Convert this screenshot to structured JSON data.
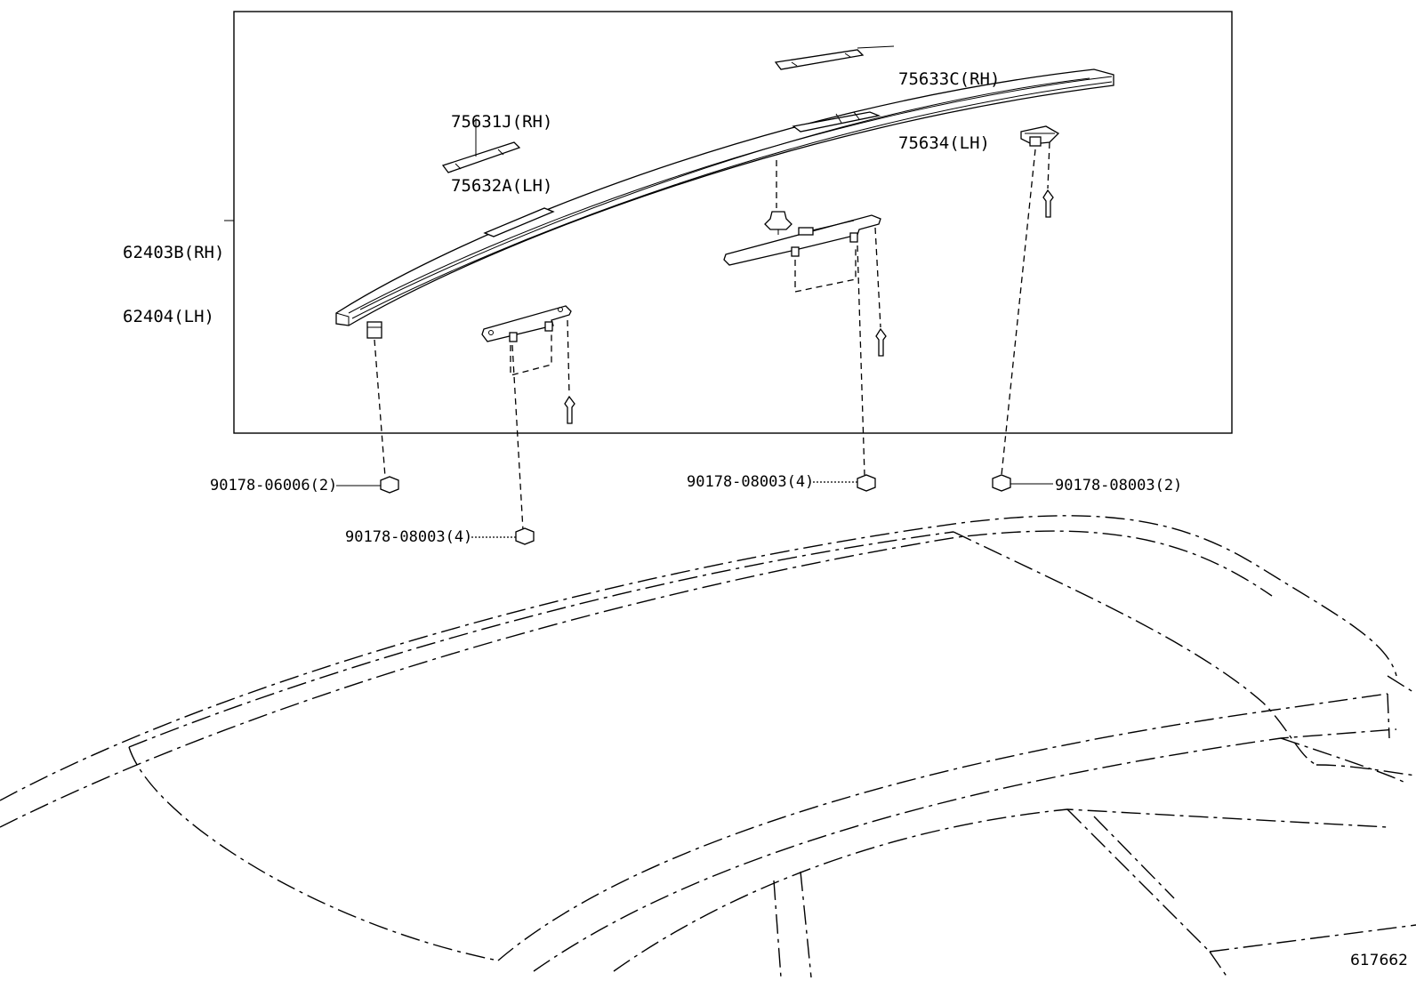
{
  "diagram": {
    "callouts": {
      "roof_rail": {
        "line1": "62403B(RH)",
        "line2": "62404(LH)"
      },
      "cover_front": {
        "line1": "75631J(RH)",
        "line2": "75632A(LH)"
      },
      "cover_rear": {
        "line1": "75633C(RH)",
        "line2": "75634(LH)"
      },
      "nut_front": "90178-06006(2)",
      "nut_bracket_front": "90178-08003(4)",
      "nut_bracket_center": "90178-08003(4)",
      "nut_rear": "90178-08003(2)"
    },
    "reference_number": "617662"
  }
}
